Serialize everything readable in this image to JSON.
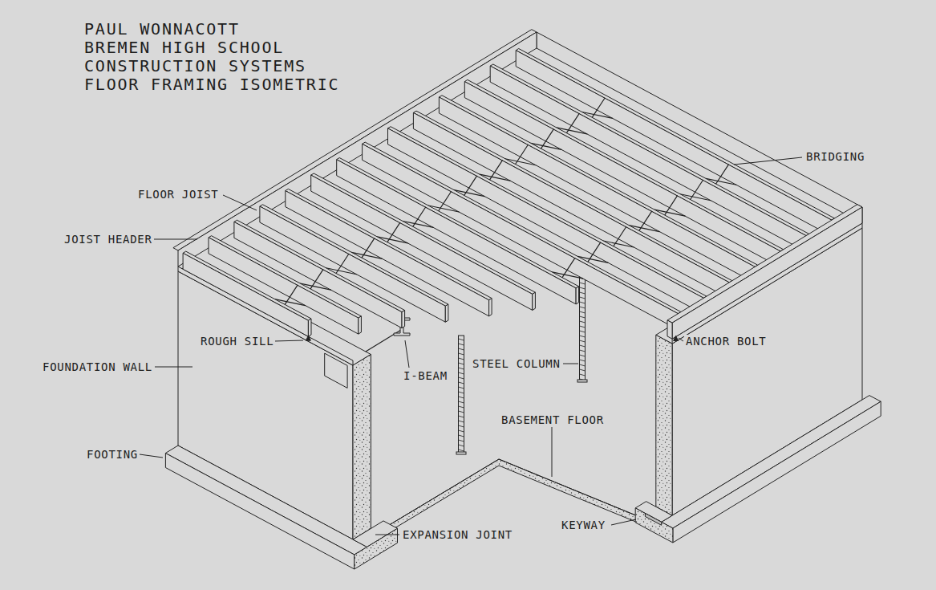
{
  "diagram": {
    "labels": [
      "PAUL WONNACOTT",
      "BREMEN HIGH SCHOOL",
      "CONSTRUCTION SYSTEMS",
      "FLOOR FRAMING ISOMETRIC",
      "BRIDGING",
      "FLOOR JOIST",
      "JOIST HEADER",
      "ROUGH SILL",
      "FOUNDATION WALL",
      "I-BEAM",
      "STEEL COLUMN",
      "ANCHOR BOLT",
      "BASEMENT FLOOR",
      "FOOTING",
      "EXPANSION JOINT",
      "KEYWAY"
    ]
  }
}
